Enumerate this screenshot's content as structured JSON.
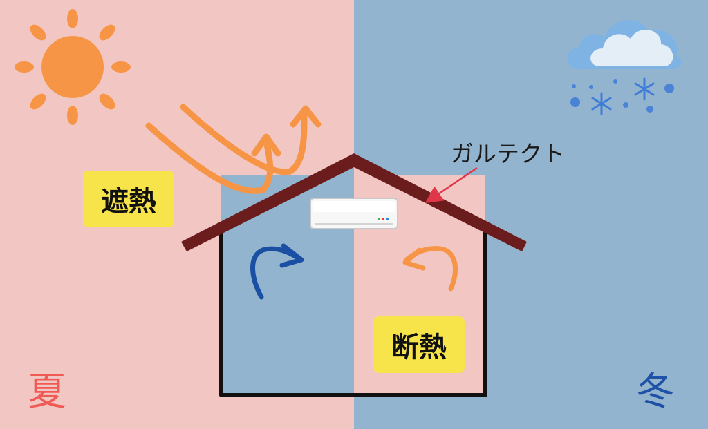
{
  "labels": {
    "shading": "遮熱",
    "insulation": "断熱",
    "summer": "夏",
    "winter": "冬",
    "product": "ガルテクト"
  },
  "icons": {
    "summer_weather": "sun-icon",
    "winter_weather": "snow-cloud-icon",
    "appliance": "air-conditioner-icon"
  },
  "colors": {
    "summer_bg": "#f2c6c2",
    "winter_bg": "#93b4cf",
    "badge_bg": "#f7e34a",
    "roof": "#6b1d1d",
    "sun": "#f79546",
    "heat_arrow": "#f79546",
    "cool_arrow": "#1b4fa3",
    "summer_text": "#ef5a55",
    "winter_text": "#1f52a6",
    "pointer": "#e0364a",
    "wall": "#111111"
  }
}
